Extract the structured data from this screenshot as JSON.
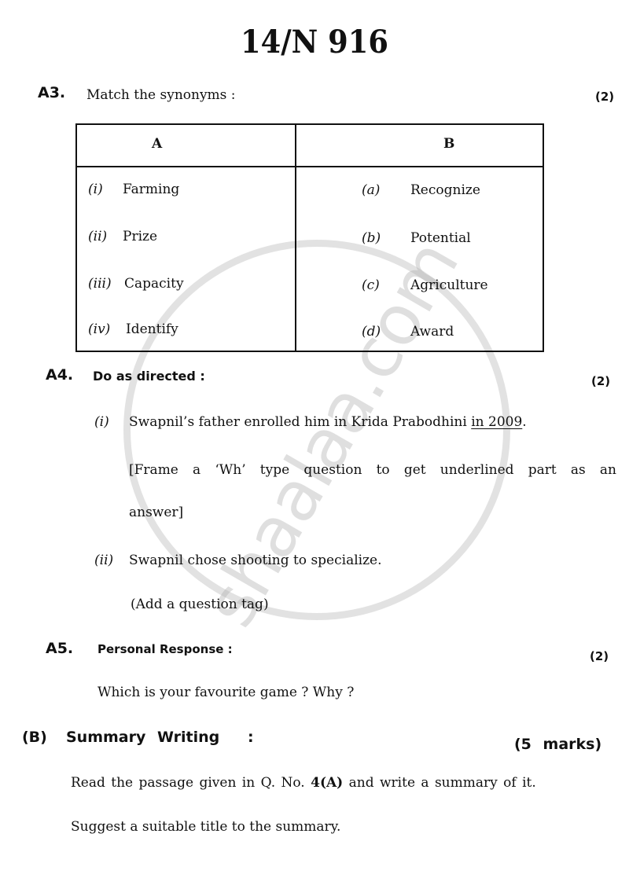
{
  "header": {
    "doc_code": "14/N 916"
  },
  "watermark": {
    "text": "shaalaa.com"
  },
  "questions": {
    "a3": {
      "number": "A3.",
      "instruction": "Match the synonyms :",
      "marks": "(2)",
      "table": {
        "headers": [
          "A",
          "B"
        ],
        "column_a": [
          {
            "label": "(i)",
            "word": "Farming"
          },
          {
            "label": "(ii)",
            "word": "Prize"
          },
          {
            "label": "(iii)",
            "word": "Capacity"
          },
          {
            "label": "(iv)",
            "word": "Identify"
          }
        ],
        "column_b": [
          {
            "label": "(a)",
            "word": "Recognize"
          },
          {
            "label": "(b)",
            "word": "Potential"
          },
          {
            "label": "(c)",
            "word": "Agriculture"
          },
          {
            "label": "(d)",
            "word": "Award"
          }
        ]
      }
    },
    "a4": {
      "number": "A4.",
      "instruction": "Do as directed :",
      "marks": "(2)",
      "items": [
        {
          "label": "(i)",
          "sentence_pre": "Swapnil’s father enrolled him in Krida Prabodhini ",
          "sentence_underlined": "in 2009",
          "sentence_post": ".",
          "direction_line1": "[Frame a ‘Wh’ type question to get underlined part as an",
          "direction_line2": "answer]"
        },
        {
          "label": "(ii)",
          "sentence": "Swapnil chose shooting to specialize.",
          "direction": "(Add a question tag)"
        }
      ]
    },
    "a5": {
      "number": "A5.",
      "instruction": "Personal Response :",
      "marks": "(2)",
      "question": "Which is your favourite game ? Why ?"
    },
    "b": {
      "number": "(B)",
      "title": "Summary Writing",
      "colon": ":",
      "marks": "(5 marks)",
      "line1_pre": "Read the passage given in Q. No. ",
      "line1_bold": "4(A)",
      "line1_post": " and write a summary of it.",
      "line2": "Suggest a suitable title to the summary."
    }
  }
}
